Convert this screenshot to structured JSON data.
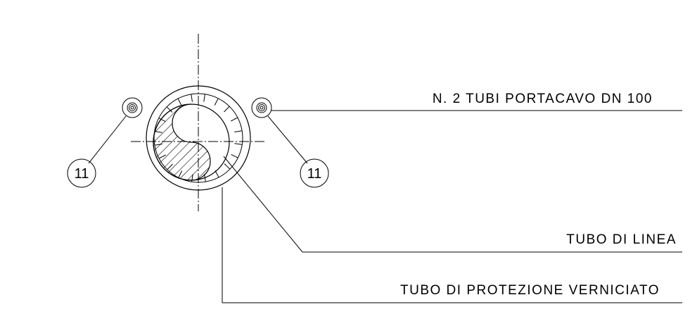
{
  "labels": {
    "cable_pipes": "N. 2 TUBI PORTACAVO DN 100",
    "line_pipe": "TUBO DI LINEA",
    "protection_pipe": "TUBO DI PROTEZIONE VERNICIATO"
  },
  "callouts": {
    "left": "11",
    "right": "11"
  }
}
